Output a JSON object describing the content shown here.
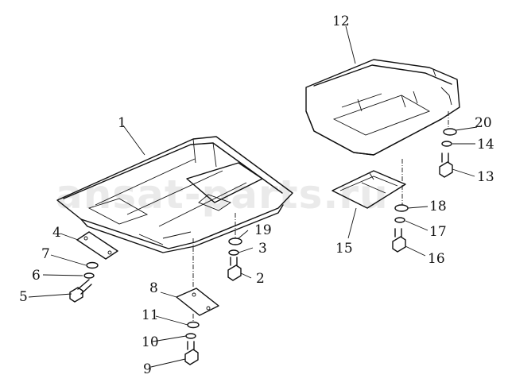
{
  "watermark": "ansat-parts.ru",
  "callouts": {
    "c1": "1",
    "c2": "2",
    "c3": "3",
    "c4": "4",
    "c5": "5",
    "c6": "6",
    "c7": "7",
    "c8": "8",
    "c9": "9",
    "c10": "10",
    "c11": "11",
    "c12": "12",
    "c13": "13",
    "c14": "14",
    "c15": "15",
    "c16": "16",
    "c17": "17",
    "c18": "18",
    "c19": "19",
    "c20": "20"
  }
}
